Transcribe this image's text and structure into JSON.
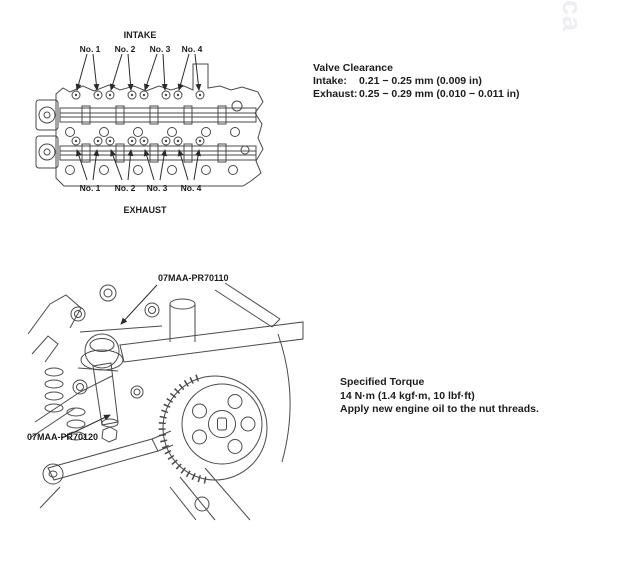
{
  "page": {
    "background": "#ffffff",
    "ink": "#4a4a4a",
    "text_color": "#1c1c1c"
  },
  "watermark": {
    "text": "ca"
  },
  "top_diagram": {
    "intake_label": "INTAKE",
    "exhaust_label": "EXHAUST",
    "intake_cylinders": [
      "No. 1",
      "No. 2",
      "No. 3",
      "No. 4"
    ],
    "exhaust_cylinders": [
      "No. 1",
      "No. 2",
      "No. 3",
      "No. 4"
    ]
  },
  "valve_clearance": {
    "title": "Valve Clearance",
    "rows": [
      {
        "label": "Intake:",
        "value": "0.21 − 0.25 mm (0.009 in)"
      },
      {
        "label": "Exhaust:",
        "value": "0.25 − 0.29 mm (0.010 − 0.011 in)"
      }
    ]
  },
  "tool_diagram": {
    "labels": [
      {
        "text": "07MAA-PR70110"
      },
      {
        "text": "07MAA-PR70120"
      }
    ]
  },
  "torque_spec": {
    "title": "Specified Torque",
    "value": "14 N·m (1.4 kgf·m, 10 lbf·ft)",
    "note": "Apply new engine oil to the nut threads."
  }
}
